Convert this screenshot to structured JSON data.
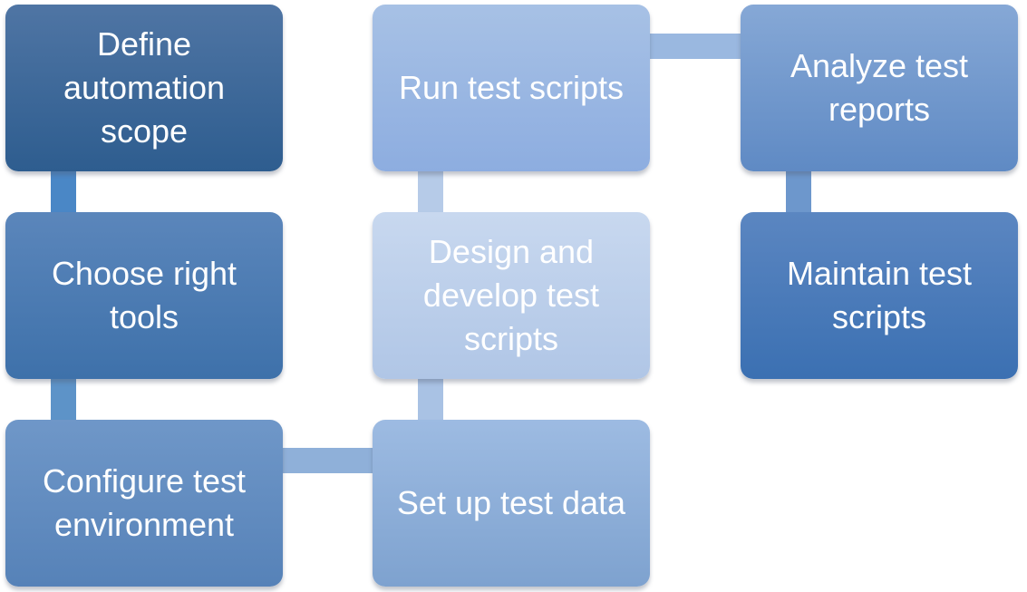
{
  "diagram": {
    "steps": [
      {
        "id": "define-scope",
        "label": "Define automation scope",
        "fill_top": "#4f75a4",
        "fill_bottom": "#2e5d8f"
      },
      {
        "id": "choose-tools",
        "label": "Choose right tools",
        "fill_top": "#5b86bb",
        "fill_bottom": "#3e71aa"
      },
      {
        "id": "configure-env",
        "label": "Configure test environment",
        "fill_top": "#6f97c8",
        "fill_bottom": "#5682b8"
      },
      {
        "id": "setup-data",
        "label": "Set up test data",
        "fill_top": "#9dbbe2",
        "fill_bottom": "#7ea2cf"
      },
      {
        "id": "design-develop",
        "label": "Design and develop test scripts",
        "fill_top": "#c8d8ef",
        "fill_bottom": "#b0c6e6"
      },
      {
        "id": "run-scripts",
        "label": "Run test scripts",
        "fill_top": "#a7c1e5",
        "fill_bottom": "#8dade0"
      },
      {
        "id": "analyze-reports",
        "label": "Analyze test reports",
        "fill_top": "#86a8d6",
        "fill_bottom": "#5f8ac4"
      },
      {
        "id": "maintain-scripts",
        "label": "Maintain test scripts",
        "fill_top": "#5b86c1",
        "fill_bottom": "#3b70b2"
      }
    ],
    "connectors": [
      {
        "id": "c1",
        "color": "#4a87c6"
      },
      {
        "id": "c2",
        "color": "#5d93c8"
      },
      {
        "id": "c3",
        "color": "#8fb0d9"
      },
      {
        "id": "c4",
        "color": "#a9c2e4"
      },
      {
        "id": "c5",
        "color": "#b6cbe8"
      },
      {
        "id": "c6",
        "color": "#9ab8e0"
      },
      {
        "id": "c7",
        "color": "#6d97cc"
      }
    ]
  }
}
